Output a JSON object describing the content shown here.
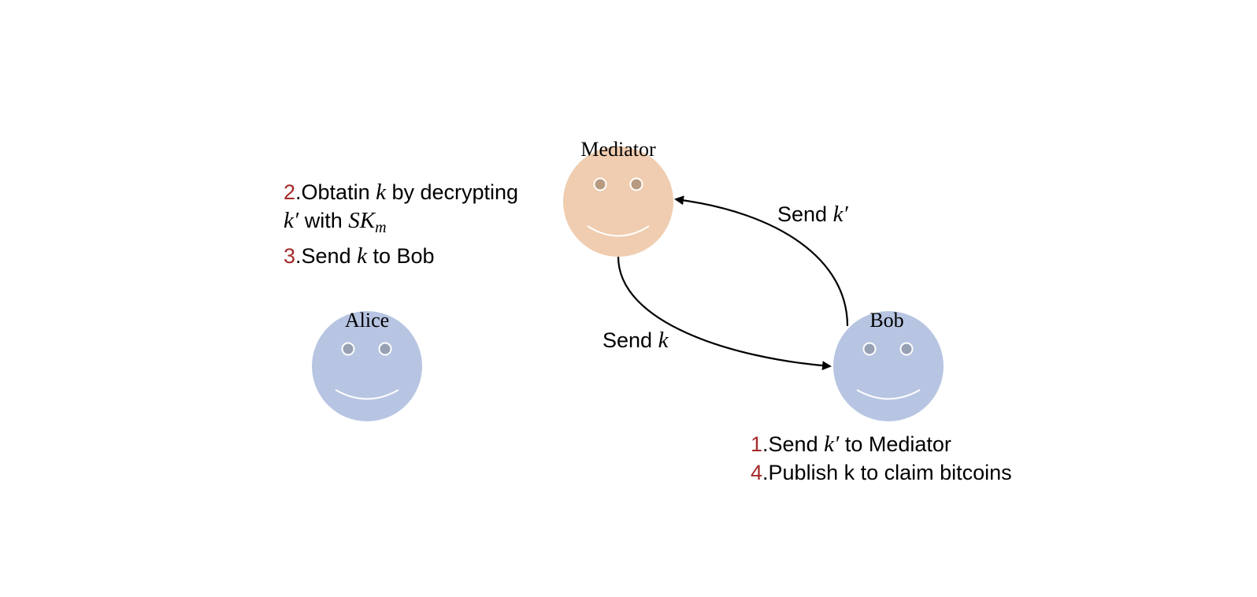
{
  "colors": {
    "mediator_face": "#f0cdb0",
    "mediator_eye": "#b89a80",
    "alice_face": "#b7c5e2",
    "bob_face": "#b7c5e2",
    "blue_eye": "#97a1b4",
    "eye_ring": "#ffffff",
    "mouth": "#ffffff",
    "arrow": "#000000",
    "step_number": "#a52a2a"
  },
  "parties": {
    "mediator": {
      "name": "Mediator"
    },
    "alice": {
      "name": "Alice"
    },
    "bob": {
      "name": "Bob"
    }
  },
  "edges": {
    "bob_to_mediator": {
      "text": "Send ",
      "var": "k′"
    },
    "mediator_to_bob": {
      "text": "Send ",
      "var": "k"
    }
  },
  "mediator_steps": {
    "step2": {
      "num": "2",
      "text_a": ".Obtatin ",
      "var_a": "k",
      "text_b": " by decrypting",
      "var_b": "k′",
      "text_c": " with ",
      "var_c": "SK",
      "var_c_sub": "m"
    },
    "step3": {
      "num": "3",
      "text_a": ".Send ",
      "var_a": "k",
      "text_b": " to Bob"
    }
  },
  "bob_steps": {
    "step1": {
      "num": "1",
      "text_a": ".Send ",
      "var_a": "k′",
      "text_b": " to Mediator"
    },
    "step4": {
      "num": "4",
      "text_a": ".Publish k to claim bitcoins"
    }
  }
}
